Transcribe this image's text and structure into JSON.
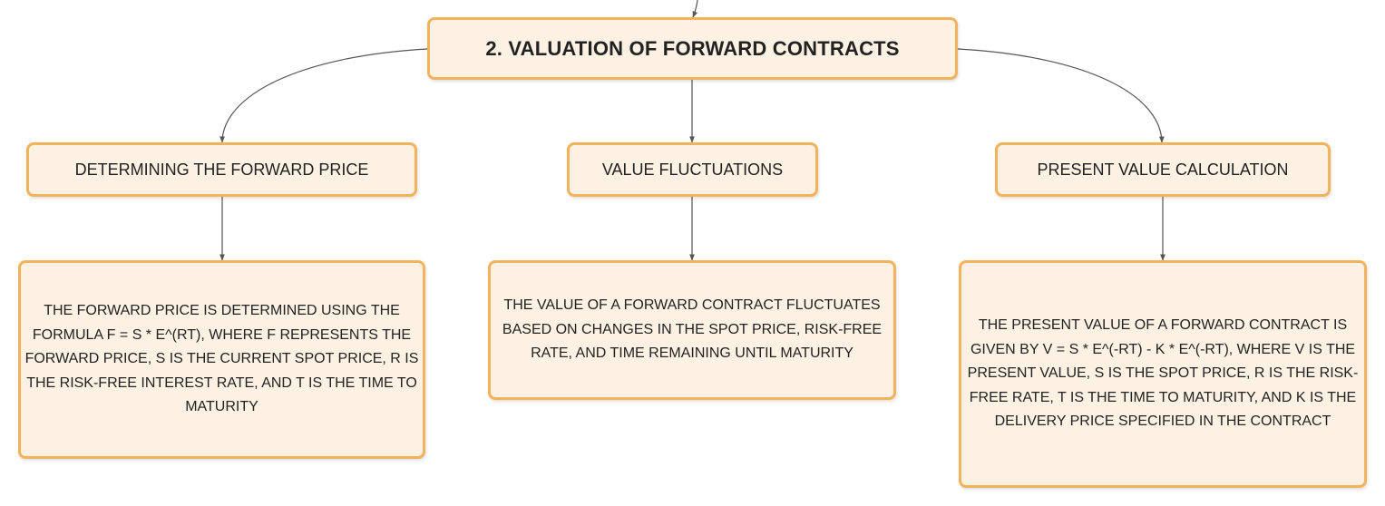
{
  "root": {
    "label": "2. VALUATION OF FORWARD CONTRACTS"
  },
  "branches": [
    {
      "label": "DETERMINING THE FORWARD PRICE",
      "detail": "THE FORWARD PRICE IS DETERMINED USING THE FORMULA F = S * E^(RT), WHERE F REPRESENTS THE FORWARD PRICE, S IS THE CURRENT SPOT PRICE, R IS THE RISK-FREE INTEREST RATE, AND T IS THE TIME TO MATURITY"
    },
    {
      "label": "VALUE FLUCTUATIONS",
      "detail": "THE VALUE OF A FORWARD CONTRACT FLUCTUATES BASED ON CHANGES IN THE SPOT PRICE, RISK-FREE RATE, AND TIME REMAINING UNTIL MATURITY"
    },
    {
      "label": "PRESENT VALUE CALCULATION",
      "detail": "THE PRESENT VALUE OF A FORWARD CONTRACT IS GIVEN BY V = S * E^(-RT) - K * E^(-RT), WHERE V IS THE PRESENT VALUE, S IS THE SPOT PRICE, R IS THE RISK-FREE RATE, T IS THE TIME TO MATURITY, AND K IS THE DELIVERY PRICE SPECIFIED IN THE CONTRACT"
    }
  ],
  "colors": {
    "node_fill": "#fdf1e3",
    "node_border": "#f3b25c",
    "connector": "#555555",
    "text": "#222222"
  }
}
